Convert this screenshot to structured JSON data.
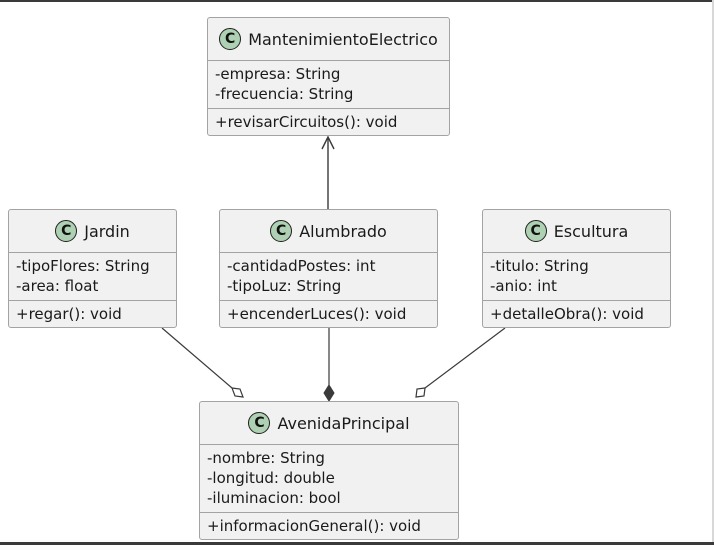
{
  "diagram": {
    "classes": {
      "mantenimiento": {
        "name": "MantenimientoElectrico",
        "icon": "C",
        "attributes": [
          "-empresa: String",
          "-frecuencia: String"
        ],
        "methods": [
          "+revisarCircuitos(): void"
        ]
      },
      "jardin": {
        "name": "Jardin",
        "icon": "C",
        "attributes": [
          "-tipoFlores: String",
          "-area: float"
        ],
        "methods": [
          "+regar(): void"
        ]
      },
      "alumbrado": {
        "name": "Alumbrado",
        "icon": "C",
        "attributes": [
          "-cantidadPostes: int",
          "-tipoLuz: String"
        ],
        "methods": [
          "+encenderLuces(): void"
        ]
      },
      "escultura": {
        "name": "Escultura",
        "icon": "C",
        "attributes": [
          "-titulo: String",
          "-anio: int"
        ],
        "methods": [
          "+detalleObra(): void"
        ]
      },
      "avenida": {
        "name": "AvenidaPrincipal",
        "icon": "C",
        "attributes": [
          "-nombre: String",
          "-longitud: double",
          "-iluminacion: bool"
        ],
        "methods": [
          "+informacionGeneral(): void"
        ]
      }
    },
    "relations": [
      {
        "from": "alumbrado",
        "to": "mantenimiento",
        "type": "association"
      },
      {
        "from": "jardin",
        "to": "avenida",
        "type": "aggregation"
      },
      {
        "from": "alumbrado",
        "to": "avenida",
        "type": "composition"
      },
      {
        "from": "escultura",
        "to": "avenida",
        "type": "aggregation"
      }
    ],
    "colors": {
      "box_fill": "#f1f1f1",
      "box_border": "#a3a3a3",
      "class_icon_fill": "#add1b2",
      "line": "#3a3a3a"
    }
  }
}
